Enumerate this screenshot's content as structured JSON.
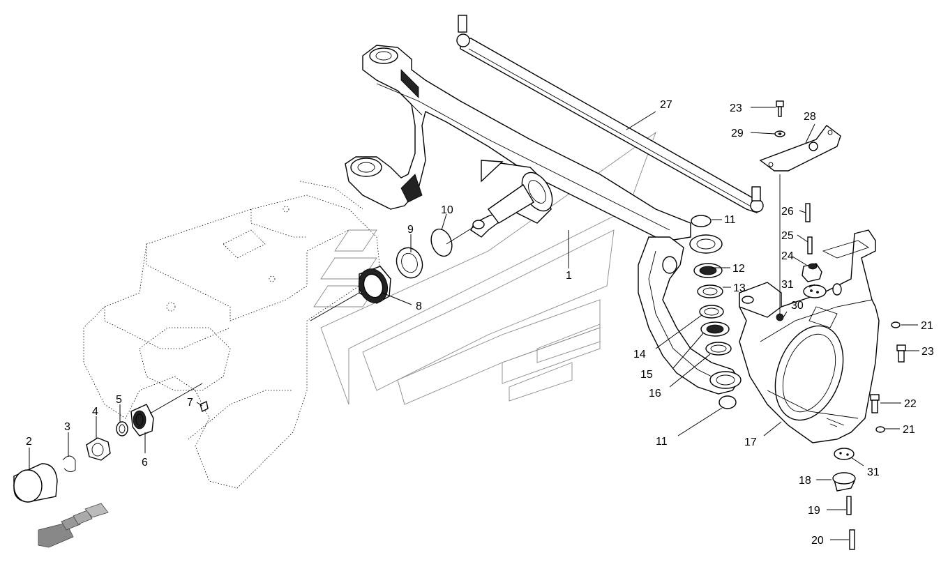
{
  "diagram": {
    "callouts": [
      {
        "id": "c1",
        "label": "1"
      },
      {
        "id": "c2",
        "label": "2"
      },
      {
        "id": "c3",
        "label": "3"
      },
      {
        "id": "c4",
        "label": "4"
      },
      {
        "id": "c5",
        "label": "5"
      },
      {
        "id": "c6",
        "label": "6"
      },
      {
        "id": "c7",
        "label": "7"
      },
      {
        "id": "c8",
        "label": "8"
      },
      {
        "id": "c9",
        "label": "9"
      },
      {
        "id": "c10",
        "label": "10"
      },
      {
        "id": "c11a",
        "label": "11"
      },
      {
        "id": "c11b",
        "label": "11"
      },
      {
        "id": "c12",
        "label": "12"
      },
      {
        "id": "c13",
        "label": "13"
      },
      {
        "id": "c14",
        "label": "14"
      },
      {
        "id": "c15",
        "label": "15"
      },
      {
        "id": "c16",
        "label": "16"
      },
      {
        "id": "c17",
        "label": "17"
      },
      {
        "id": "c18",
        "label": "18"
      },
      {
        "id": "c19",
        "label": "19"
      },
      {
        "id": "c20",
        "label": "20"
      },
      {
        "id": "c21a",
        "label": "21"
      },
      {
        "id": "c21b",
        "label": "21"
      },
      {
        "id": "c22",
        "label": "22"
      },
      {
        "id": "c23a",
        "label": "23"
      },
      {
        "id": "c23b",
        "label": "23"
      },
      {
        "id": "c24",
        "label": "24"
      },
      {
        "id": "c25",
        "label": "25"
      },
      {
        "id": "c26",
        "label": "26"
      },
      {
        "id": "c27",
        "label": "27"
      },
      {
        "id": "c28",
        "label": "28"
      },
      {
        "id": "c29",
        "label": "29"
      },
      {
        "id": "c30",
        "label": "30"
      },
      {
        "id": "c31a",
        "label": "31"
      },
      {
        "id": "c31b",
        "label": "31"
      }
    ]
  }
}
